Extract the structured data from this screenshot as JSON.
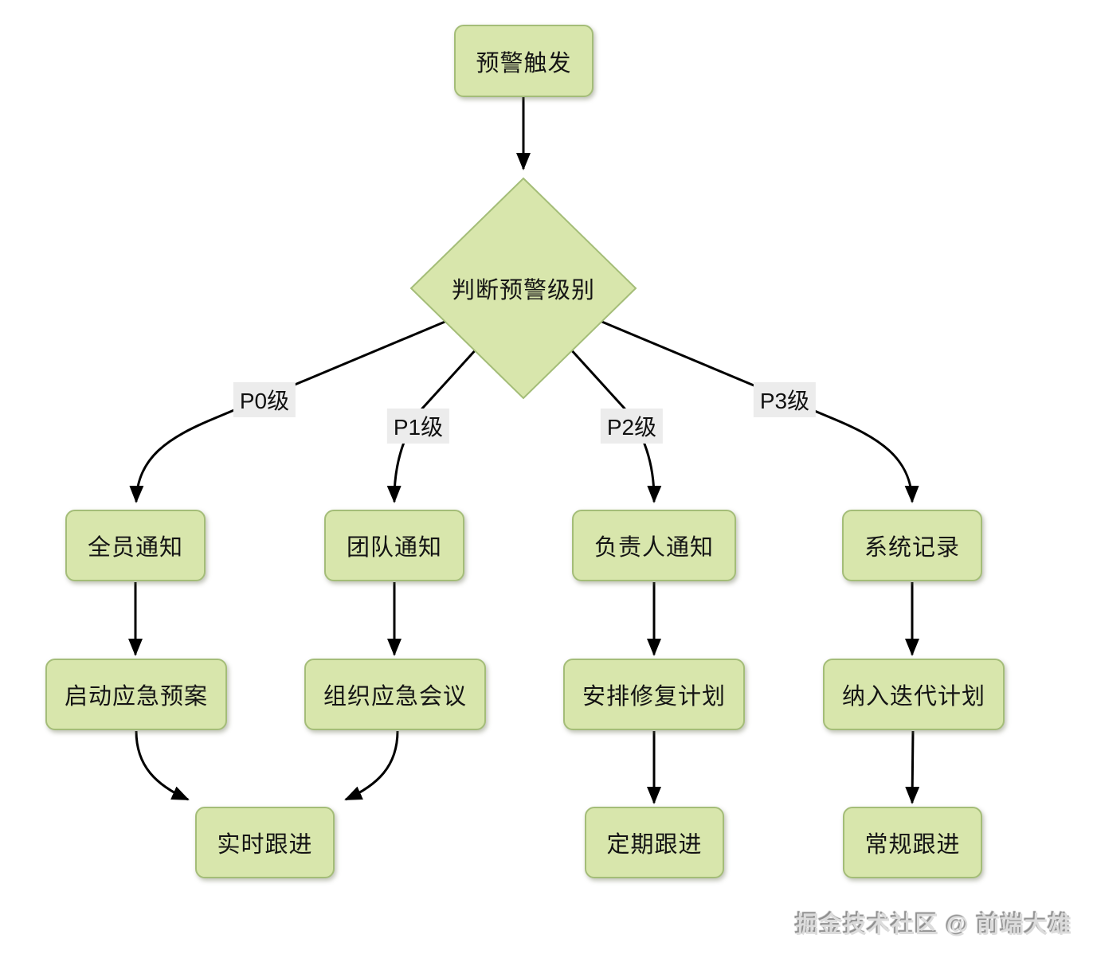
{
  "nodes": {
    "trigger": {
      "label": "预警触发"
    },
    "decision": {
      "label": "判断预警级别"
    },
    "notify_all": {
      "label": "全员通知"
    },
    "notify_team": {
      "label": "团队通知"
    },
    "notify_owner": {
      "label": "负责人通知"
    },
    "system_record": {
      "label": "系统记录"
    },
    "start_emergency_plan": {
      "label": "启动应急预案"
    },
    "organize_emergency_meeting": {
      "label": "组织应急会议"
    },
    "arrange_fix_plan": {
      "label": "安排修复计划"
    },
    "add_to_iteration_plan": {
      "label": "纳入迭代计划"
    },
    "follow_realtime": {
      "label": "实时跟进"
    },
    "follow_periodic": {
      "label": "定期跟进"
    },
    "follow_routine": {
      "label": "常规跟进"
    }
  },
  "edge_labels": {
    "p0": "P0级",
    "p1": "P1级",
    "p2": "P2级",
    "p3": "P3级"
  },
  "edges": [
    {
      "from": "trigger",
      "to": "decision"
    },
    {
      "from": "decision",
      "to": "notify_all",
      "label": "P0级"
    },
    {
      "from": "decision",
      "to": "notify_team",
      "label": "P1级"
    },
    {
      "from": "decision",
      "to": "notify_owner",
      "label": "P2级"
    },
    {
      "from": "decision",
      "to": "system_record",
      "label": "P3级"
    },
    {
      "from": "notify_all",
      "to": "start_emergency_plan"
    },
    {
      "from": "notify_team",
      "to": "organize_emergency_meeting"
    },
    {
      "from": "notify_owner",
      "to": "arrange_fix_plan"
    },
    {
      "from": "system_record",
      "to": "add_to_iteration_plan"
    },
    {
      "from": "start_emergency_plan",
      "to": "follow_realtime"
    },
    {
      "from": "organize_emergency_meeting",
      "to": "follow_realtime"
    },
    {
      "from": "arrange_fix_plan",
      "to": "follow_periodic"
    },
    {
      "from": "add_to_iteration_plan",
      "to": "follow_routine"
    }
  ],
  "watermark": "掘金技术社区 @ 前端大雄",
  "colors": {
    "node_fill": "#d8e6ac",
    "node_border": "#a4bd78",
    "edge_stroke": "#000000",
    "edge_label_bg": "#ececec"
  }
}
